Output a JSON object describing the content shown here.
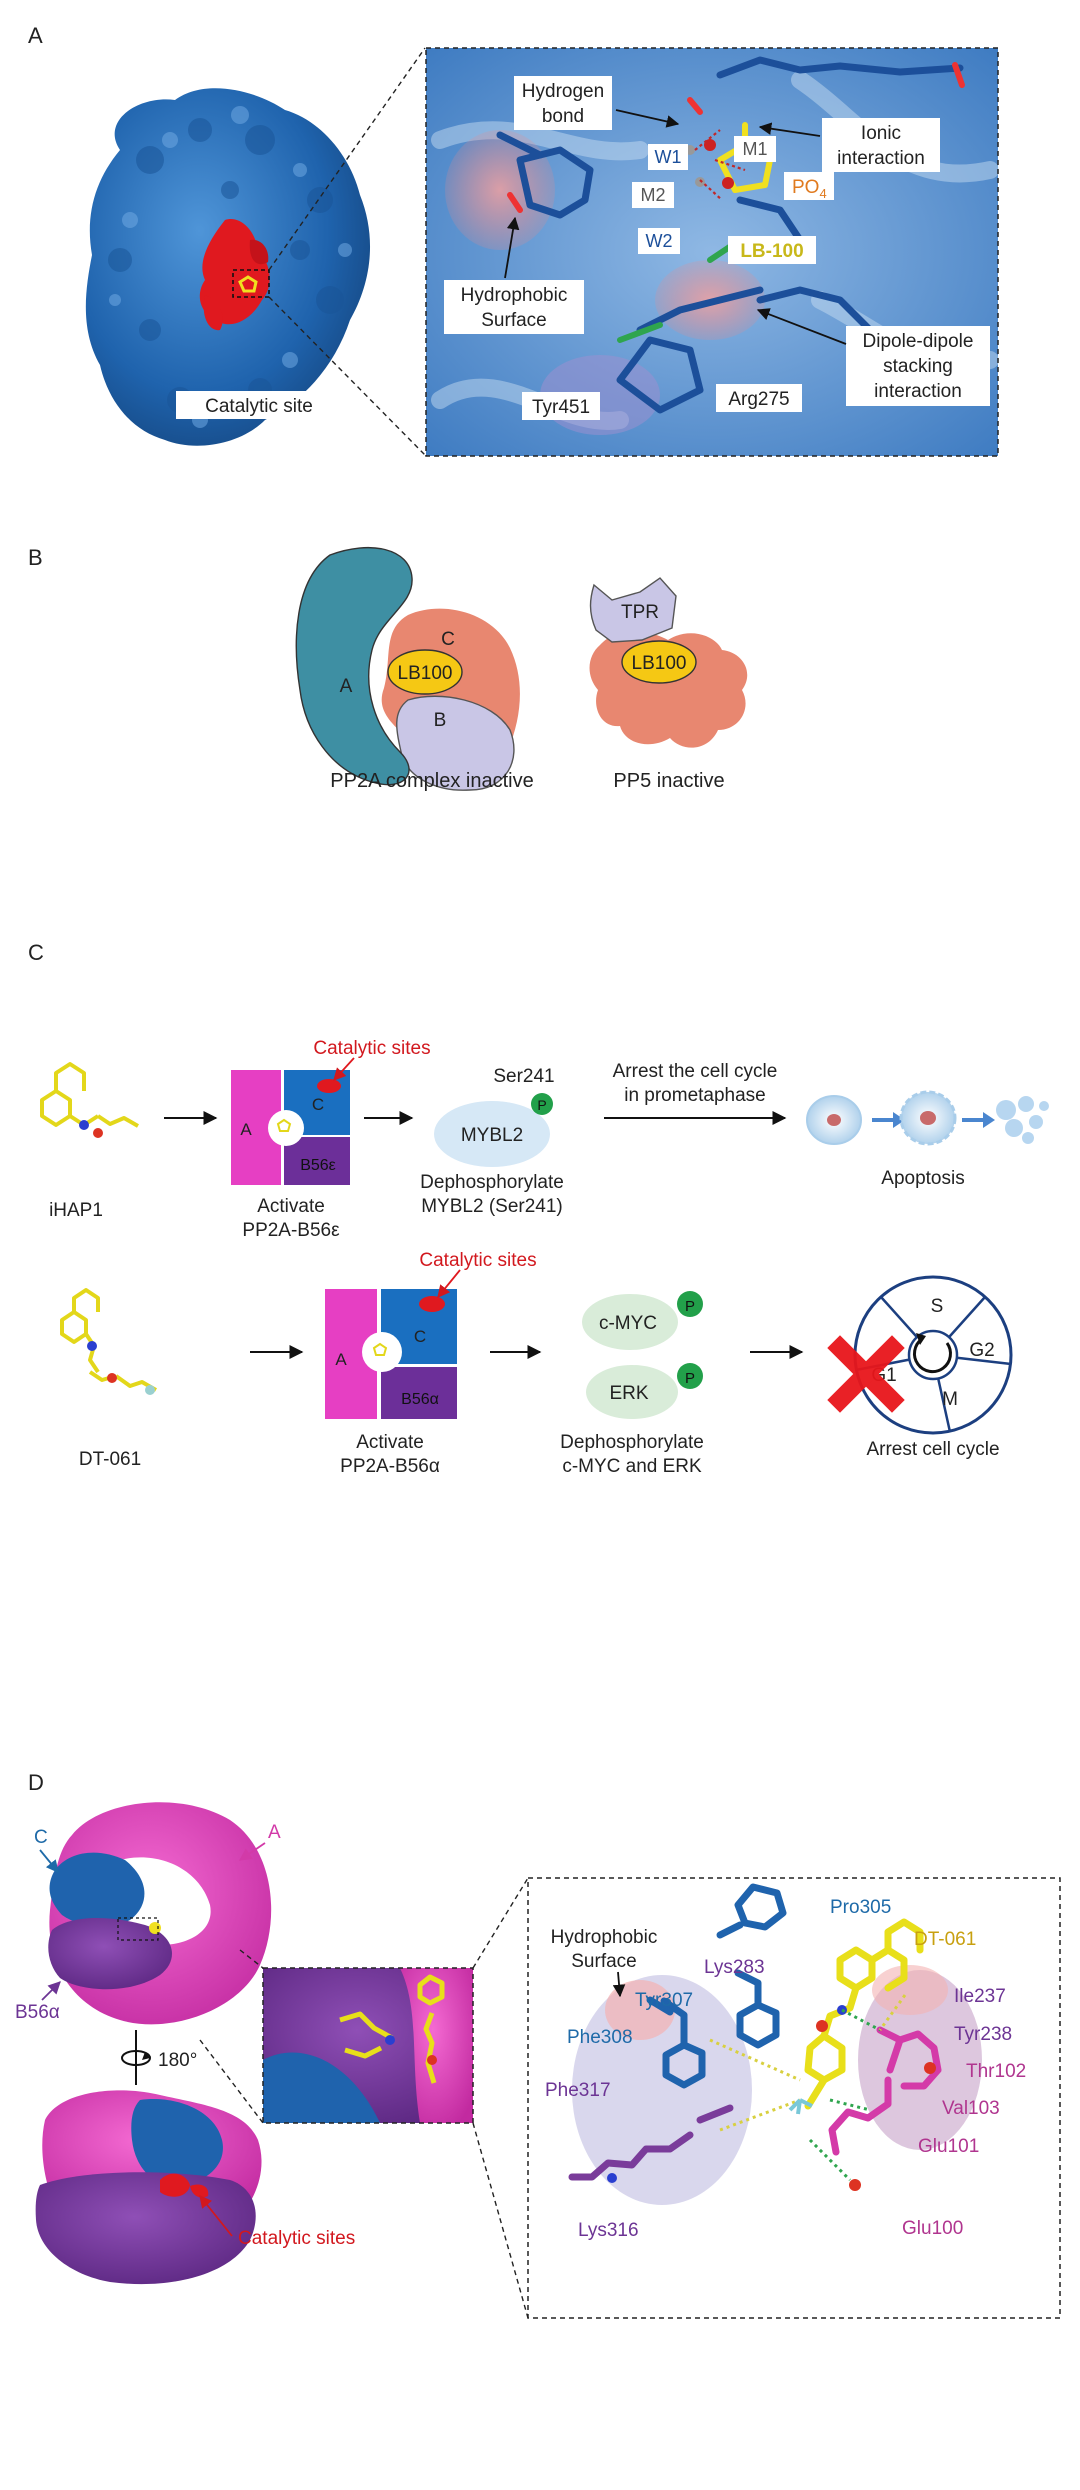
{
  "panels": {
    "a": "A",
    "b": "B",
    "c": "C",
    "d": "D"
  },
  "panel_a": {
    "catalytic_site": "Catalytic site",
    "hydrogen_bond": [
      "Hydrogen",
      "bond"
    ],
    "ionic_interaction": [
      "Ionic",
      "interaction"
    ],
    "w1": "W1",
    "m1": "M1",
    "m2": "M2",
    "w2": "W2",
    "po4": "PO",
    "po4_sub": "4",
    "lb100": "LB-100",
    "hydrophobic_surface": [
      "Hydrophobic",
      "Surface"
    ],
    "dipole": [
      "Dipole-dipole",
      "stacking",
      "interaction"
    ],
    "tyr451": "Tyr451",
    "arg275": "Arg275"
  },
  "panel_b": {
    "pp2a": {
      "a": "A",
      "b": "B",
      "c": "C",
      "drug": "LB100",
      "caption": "PP2A complex inactive"
    },
    "pp5": {
      "tpr": "TPR",
      "drug": "LB100",
      "caption": "PP5 inactive"
    }
  },
  "panel_c": {
    "row1": {
      "compound": "iHAP1",
      "catalytic_sites": "Catalytic sites",
      "sub_a": "A",
      "sub_c": "C",
      "sub_b": "B56ε",
      "activate": [
        "Activate",
        "PP2A-B56ε"
      ],
      "ser": "Ser241",
      "p": "P",
      "mybl2": "MYBL2",
      "dephos": [
        "Dephosphorylate",
        "MYBL2 (Ser241)"
      ],
      "arrest": [
        "Arrest the cell cycle",
        "in prometaphase"
      ],
      "apoptosis": "Apoptosis"
    },
    "row2": {
      "compound": "DT-061",
      "catalytic_sites": "Catalytic sites",
      "sub_a": "A",
      "sub_c": "C",
      "sub_b": "B56α",
      "activate": [
        "Activate",
        "PP2A-B56α"
      ],
      "cmyc": "c-MYC",
      "erk": "ERK",
      "p": "P",
      "dephos": [
        "Dephosphorylate",
        "c-MYC and ERK"
      ],
      "phases": {
        "s": "S",
        "g2": "G2",
        "m": "M",
        "g1": "G1"
      },
      "arrest": "Arrest cell cycle"
    }
  },
  "panel_d": {
    "c": "C",
    "a": "A",
    "b56a": "B56α",
    "rotate": "180°",
    "catalytic_sites": "Catalytic sites",
    "hydrophobic_surface": [
      "Hydrophobic",
      "Surface"
    ],
    "residues": {
      "pro305": "Pro305",
      "dt061": "DT-061",
      "lys283": "Lys283",
      "tyr307": "Tyr307",
      "ile237": "Ile237",
      "phe308": "Phe308",
      "tyr238": "Tyr238",
      "thr102": "Thr102",
      "phe317": "Phe317",
      "val103": "Val103",
      "glu101": "Glu101",
      "lys316": "Lys316",
      "glu100": "Glu100"
    }
  },
  "colors": {
    "protein_blue": "#2f6eb8",
    "pink": "#e43fc0",
    "purple": "#6c3494",
    "red": "#e0191f",
    "yellow": "#f0e020",
    "green": "#22a04a",
    "orange": "#e07a1f",
    "blue_label": "#1e6aa8",
    "purple_label": "#7a3c9a",
    "magenta_label": "#b0358f"
  }
}
